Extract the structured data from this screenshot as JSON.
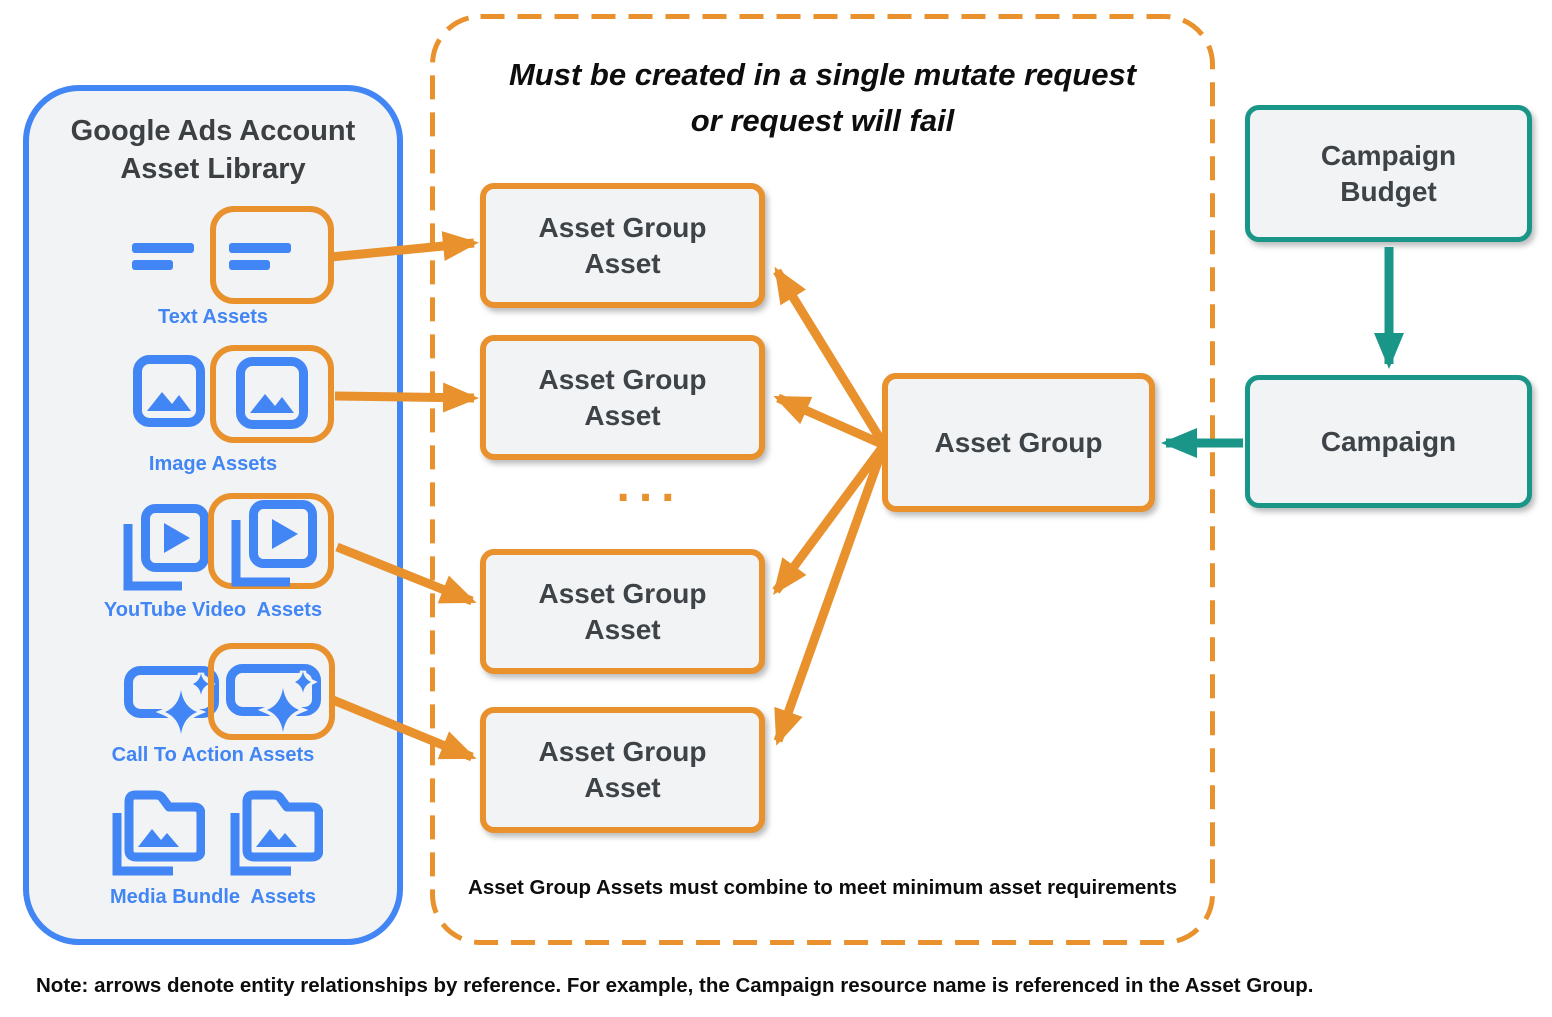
{
  "colors": {
    "orange": "#E8912D",
    "teal": "#1A9688",
    "blue": "#4285F4",
    "box_fill": "#F1F3F4",
    "dark_text": "#3E4347",
    "black_text": "#0D0D0D"
  },
  "asset_library": {
    "title_line1": "Google Ads Account",
    "title_line2": "Asset Library",
    "items": [
      {
        "label": "Text Assets",
        "icon": "text-asset-icon",
        "highlighted": true
      },
      {
        "label": "Image Assets",
        "icon": "image-asset-icon",
        "highlighted": true
      },
      {
        "label": "YouTube Video  Assets",
        "icon": "youtube-video-asset-icon",
        "highlighted": true
      },
      {
        "label": "Call To Action Assets",
        "icon": "call-to-action-asset-icon",
        "highlighted": true
      },
      {
        "label": "Media Bundle  Assets",
        "icon": "media-bundle-asset-icon",
        "highlighted": false
      }
    ]
  },
  "mutate_group": {
    "title_line1": "Must be created in a single mutate request",
    "title_line2": "or request will fail",
    "asset_boxes": [
      "Asset Group Asset",
      "Asset Group Asset",
      "Asset Group Asset",
      "Asset Group Asset"
    ],
    "ellipsis": "...",
    "footnote": "Asset Group Assets must combine to meet minimum asset requirements"
  },
  "entities": {
    "asset_group": "Asset Group",
    "campaign_budget": "Campaign Budget",
    "campaign": "Campaign"
  },
  "note": "Note: arrows denote entity relationships by reference. For example, the Campaign resource name is referenced in the Asset Group."
}
